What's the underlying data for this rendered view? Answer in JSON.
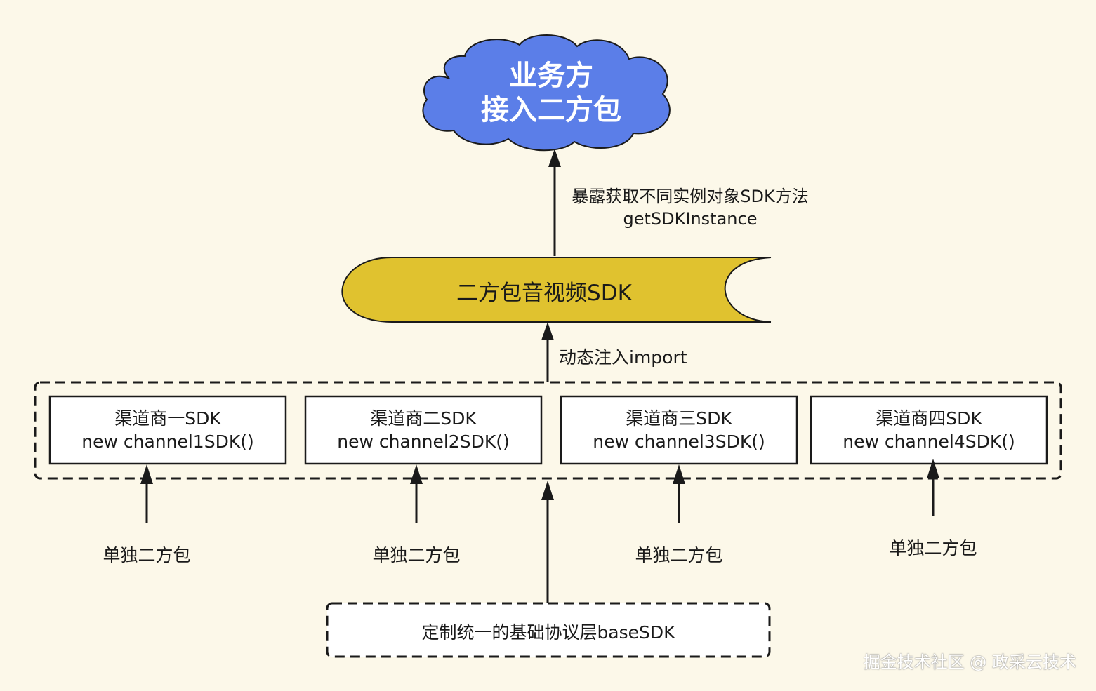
{
  "cloud": {
    "line1": "业务方",
    "line2": "接入二方包",
    "color": "#5b7ee8"
  },
  "top_edge": {
    "line1": "暴露获取不同实例对象SDK方法",
    "line2": "getSDKInstance"
  },
  "sdk_main": {
    "label": "二方包音视频SDK",
    "color": "#e0c22f"
  },
  "inject_edge": {
    "label": "动态注入import"
  },
  "channels": [
    {
      "name": "渠道商一SDK",
      "code": "new channel1SDK()"
    },
    {
      "name": "渠道商二SDK",
      "code": "new channel2SDK()"
    },
    {
      "name": "渠道商三SDK",
      "code": "new channel3SDK()"
    },
    {
      "name": "渠道商四SDK",
      "code": "new channel4SDK()"
    }
  ],
  "packages": [
    {
      "label": "单独二方包"
    },
    {
      "label": "单独二方包"
    },
    {
      "label": "单独二方包"
    },
    {
      "label": "单独二方包"
    }
  ],
  "base": {
    "label": "定制统一的基础协议层baseSDK"
  },
  "watermark": "掘金技术社区 @ 政采云技术",
  "colors": {
    "background": "#fcf8e9",
    "stroke": "#1a1a1a"
  }
}
